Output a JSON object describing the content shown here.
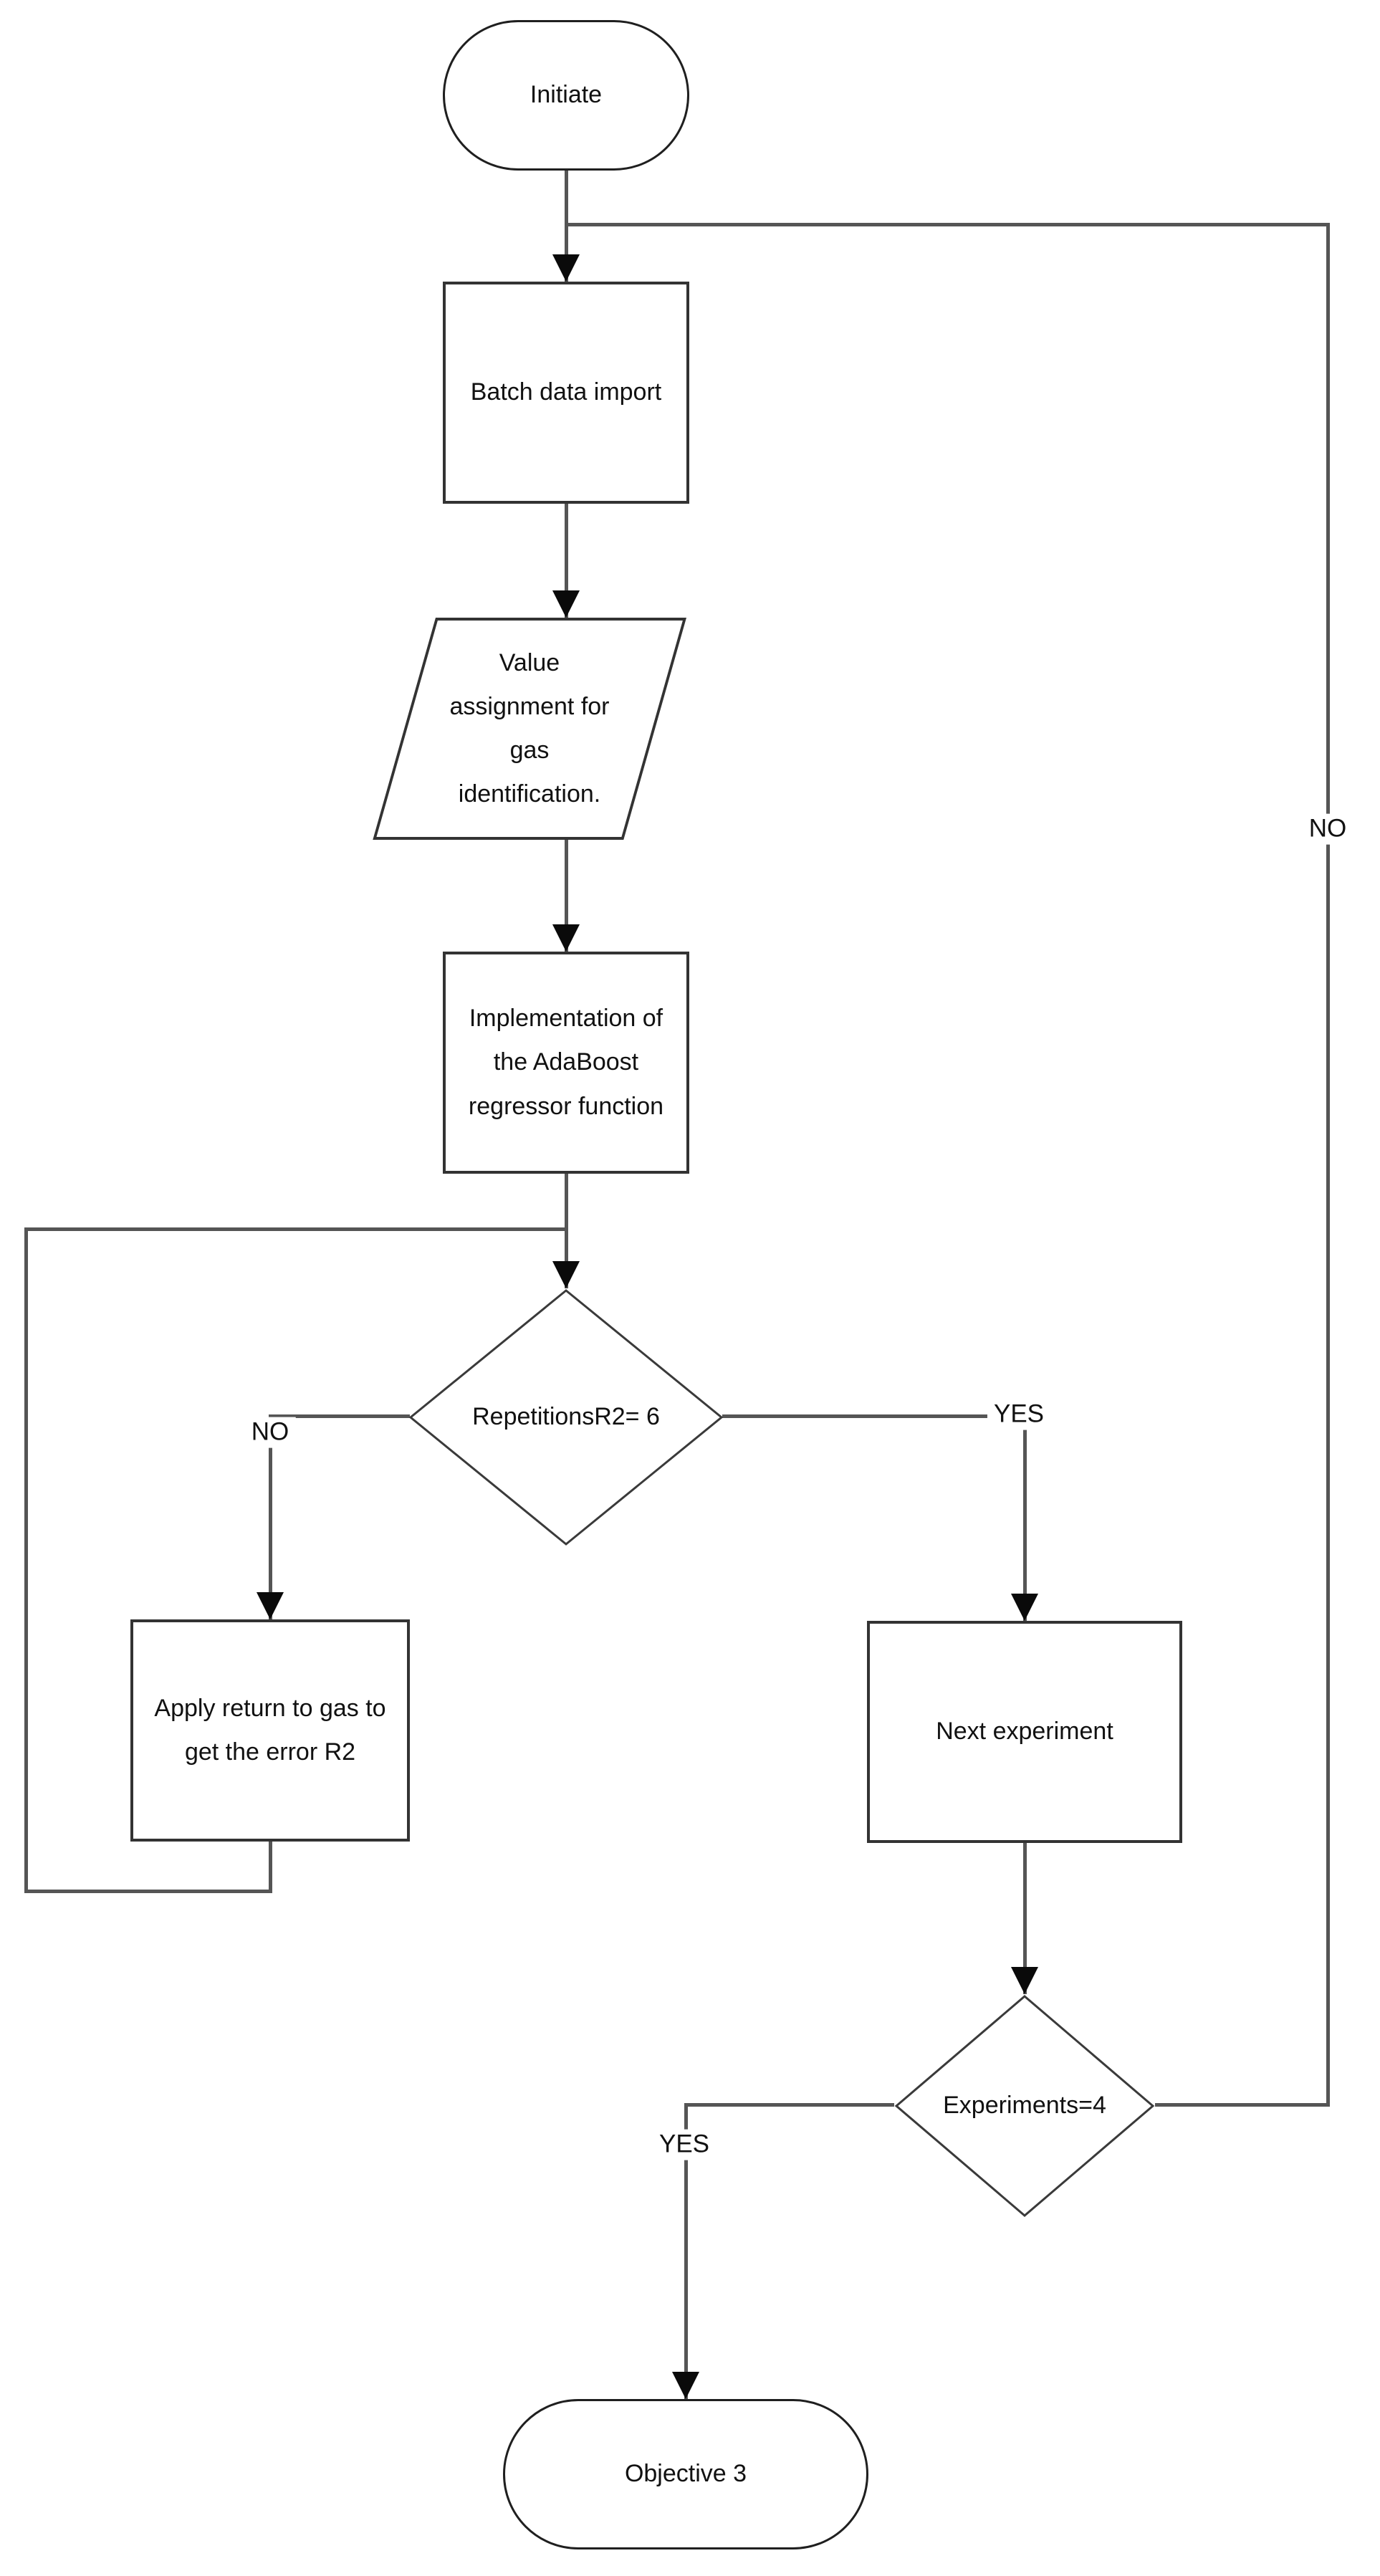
{
  "diagram": {
    "type": "flowchart",
    "nodes": {
      "initiate": {
        "label": "Initiate",
        "shape": "terminator"
      },
      "batch_data_import": {
        "label": "Batch data import",
        "shape": "process"
      },
      "value_assignment": {
        "label": "Value assignment for gas identification.",
        "shape": "data-parallelogram"
      },
      "adaboost_implementation": {
        "label": "Implementation of the AdaBoost regressor function",
        "shape": "process"
      },
      "repetitions_check": {
        "label": "RepetitionsR2= 6",
        "shape": "decision"
      },
      "apply_return": {
        "label": "Apply return to gas to get the error R2",
        "shape": "process"
      },
      "next_experiment": {
        "label": "Next experiment",
        "shape": "process"
      },
      "experiments_check": {
        "label": "Experiments=4",
        "shape": "decision"
      },
      "objective_3": {
        "label": "Objective 3",
        "shape": "terminator"
      }
    },
    "edge_labels": {
      "repetitions_no": "NO",
      "repetitions_yes": "YES",
      "experiments_yes": "YES",
      "experiments_no": "NO"
    },
    "colors": {
      "connector": "#555555",
      "shape_border": "#333333",
      "text": "#111111",
      "canvas": "#ffffff"
    }
  }
}
